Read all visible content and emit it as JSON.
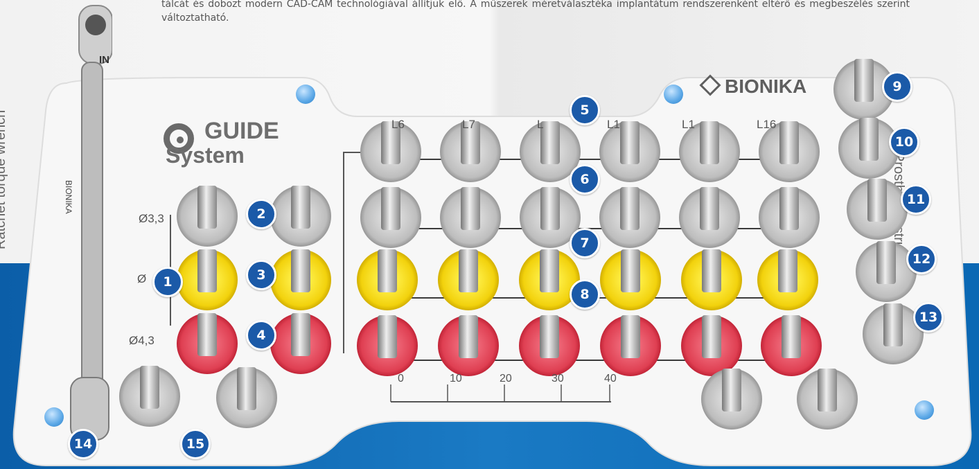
{
  "intro_text": "tálcát és dobozt modern CAD-CAM technológiával állítjuk elő. A műszerek méretválasztéka implantátum rendszerenként eltérő és megbeszélés szerint változtatható.",
  "brand": {
    "guide_title": "GUIDE",
    "guide_sub": "System",
    "bionika_logo": "BIONIKA",
    "wrench_engraving_top": "IN",
    "wrench_engraving_brand": "BIONIKA"
  },
  "tray_labels": {
    "side_left": "Ratchet torque wrench",
    "side_right": "Prosthe... instruments",
    "size_1": "Ø3,3",
    "size_2": "Ø",
    "size_3": "Ø4,3",
    "drill_lengths": [
      "L6",
      "L7",
      "L",
      "L1",
      "L1",
      "L16"
    ]
  },
  "ruler": {
    "ticks": [
      "0",
      "10",
      "20",
      "30",
      "40"
    ]
  },
  "badges": [
    "1",
    "2",
    "3",
    "4",
    "5",
    "6",
    "7",
    "8",
    "9",
    "10",
    "11",
    "12",
    "13",
    "14",
    "15"
  ],
  "colors": {
    "badge_blue": "#1b5aa8",
    "background_band": "#1a7ac4",
    "holder_yellow": "#f2d20d",
    "holder_red": "#df3f52",
    "holder_grey": "#bdbdbd"
  }
}
